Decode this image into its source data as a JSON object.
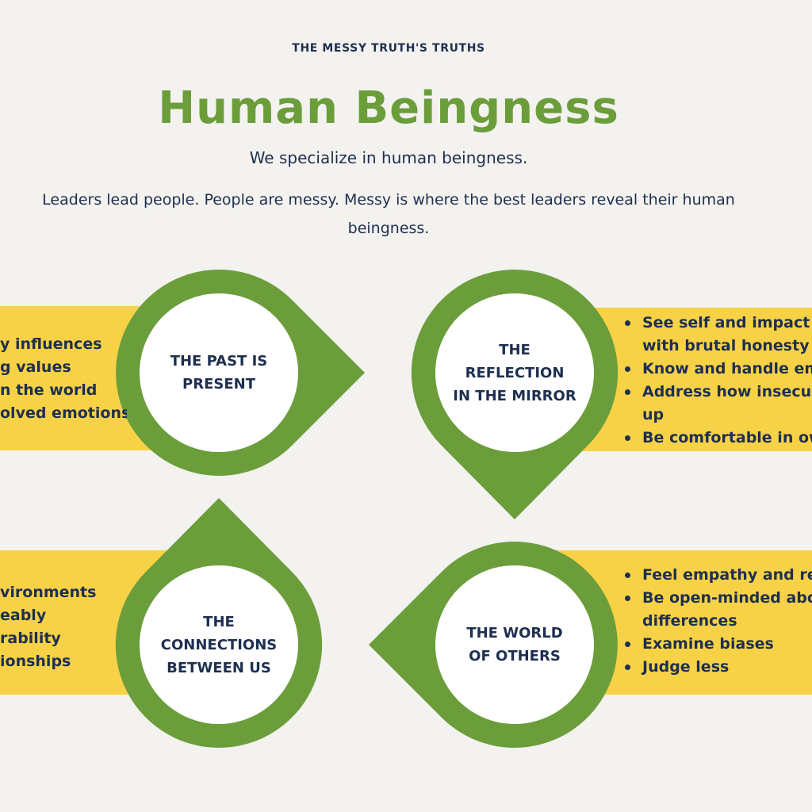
{
  "header": {
    "eyebrow": "THE MESSY TRUTH'S TRUTHS",
    "title": "Human Beingness",
    "subtitle": "We specialize in human beingness.",
    "description": "Leaders lead people. People are messy. Messy is where the best leaders reveal their human beingness."
  },
  "colors": {
    "green": "#6b9e3b",
    "yellow": "#f7d247",
    "navy": "#1e2f4f",
    "background": "#f3f2ef"
  },
  "quadrants": {
    "past": {
      "label": "THE PAST IS\nPRESENT",
      "items": [
        "y  influences",
        "g values",
        "n the world",
        "olved emotions"
      ]
    },
    "mirror": {
      "label": "THE\nREFLECTION\nIN THE MIRROR",
      "items": [
        "See self and impact o",
        "with brutal honesty",
        "Know and handle em",
        "Address how insecur",
        "up",
        "Be comfortable in ow"
      ]
    },
    "connections": {
      "label": "THE\nCONNECTIONS\nBETWEEN US",
      "items": [
        "vironments",
        "eably",
        "rability",
        "ionships"
      ]
    },
    "others": {
      "label": "THE WORLD\nOF OTHERS",
      "items": [
        "Feel empathy and re",
        "Be open-minded abo",
        "differences",
        "Examine biases",
        "Judge less"
      ]
    }
  }
}
